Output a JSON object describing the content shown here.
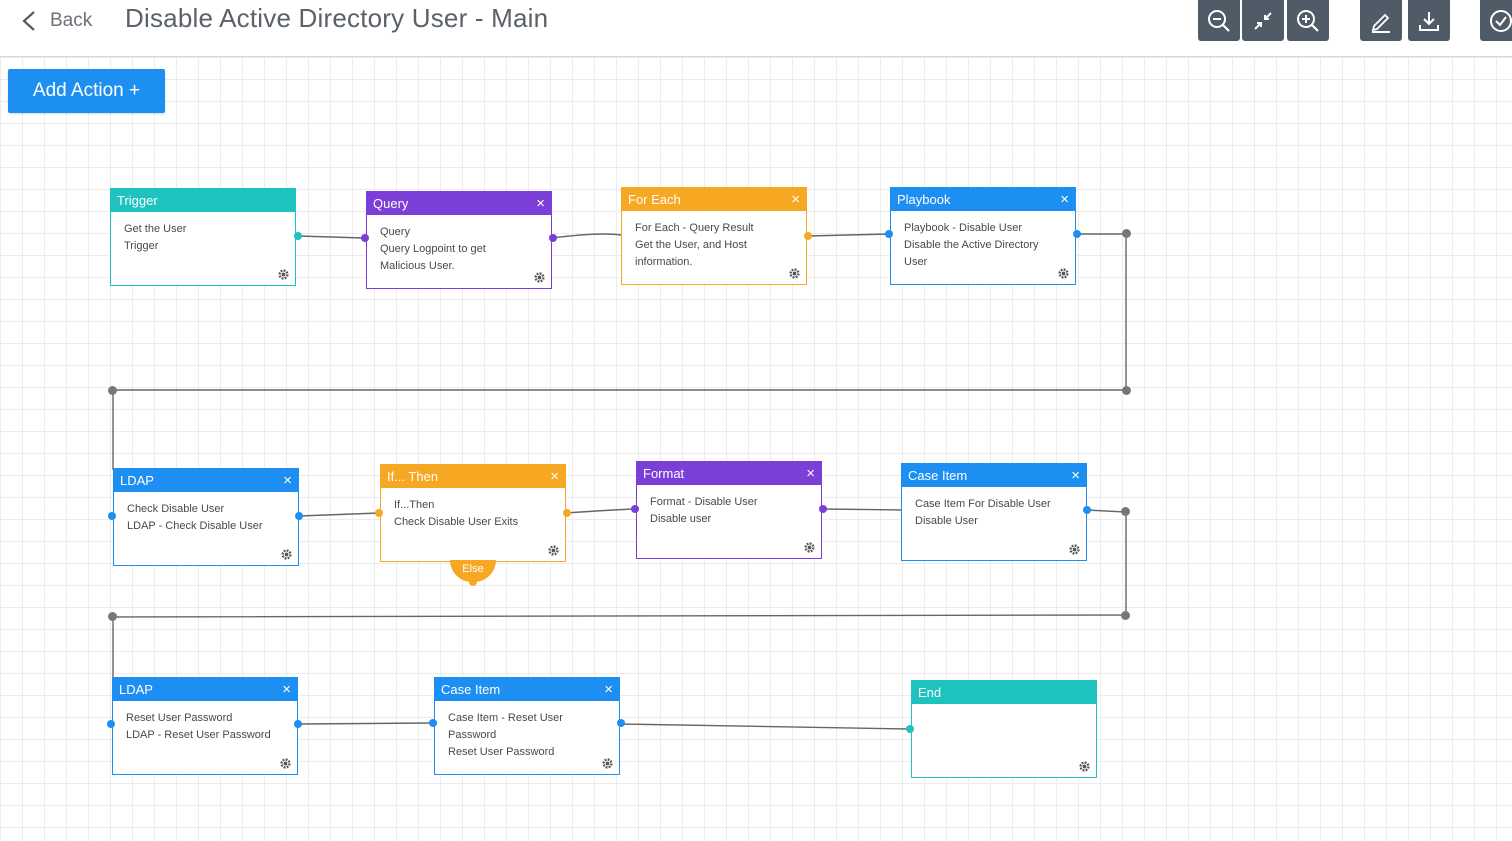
{
  "header": {
    "back_label": "Back",
    "title": "Disable Active Directory User - Main",
    "toolbar": {
      "zoom_out": "zoom-out-icon",
      "fit": "collapse-arrows-icon",
      "zoom_in": "zoom-in-icon",
      "edit": "pencil-icon",
      "download": "download-icon",
      "validate": "check-circle-icon"
    }
  },
  "canvas": {
    "add_action_label": "Add Action +",
    "else_label": "Else"
  },
  "nodes": {
    "trigger": {
      "title": "Trigger",
      "lines": [
        "Get the User",
        "Trigger"
      ]
    },
    "query": {
      "title": "Query",
      "lines": [
        "Query",
        "Query Logpoint to get",
        "Malicious User."
      ]
    },
    "foreach": {
      "title": "For Each",
      "lines": [
        "For Each - Query Result",
        "Get the User, and Host",
        "information."
      ]
    },
    "playbook": {
      "title": "Playbook",
      "lines": [
        "Playbook - Disable User",
        "Disable the Active Directory",
        "User"
      ]
    },
    "ldap1": {
      "title": "LDAP",
      "lines": [
        "Check Disable User",
        "LDAP - Check Disable User"
      ]
    },
    "ifthen": {
      "title": "If... Then",
      "lines": [
        "If...Then",
        "Check Disable User Exits"
      ]
    },
    "format": {
      "title": "Format",
      "lines": [
        "Format - Disable User",
        "Disable user"
      ]
    },
    "caseitem1": {
      "title": "Case Item",
      "lines": [
        "Case Item For Disable User",
        "Disable User"
      ]
    },
    "ldap2": {
      "title": "LDAP",
      "lines": [
        "Reset User Password",
        "LDAP - Reset User Password"
      ]
    },
    "caseitem2": {
      "title": "Case Item",
      "lines": [
        "Case Item - Reset User",
        "Password",
        "Reset User Password"
      ]
    },
    "end": {
      "title": "End",
      "lines": []
    }
  },
  "colors": {
    "teal": "#1ec2bf",
    "purple": "#7b3ed6",
    "orange": "#f7a823",
    "blue": "#1e8ff2",
    "toolbar": "#4f5b66",
    "close_glyph": "×"
  }
}
